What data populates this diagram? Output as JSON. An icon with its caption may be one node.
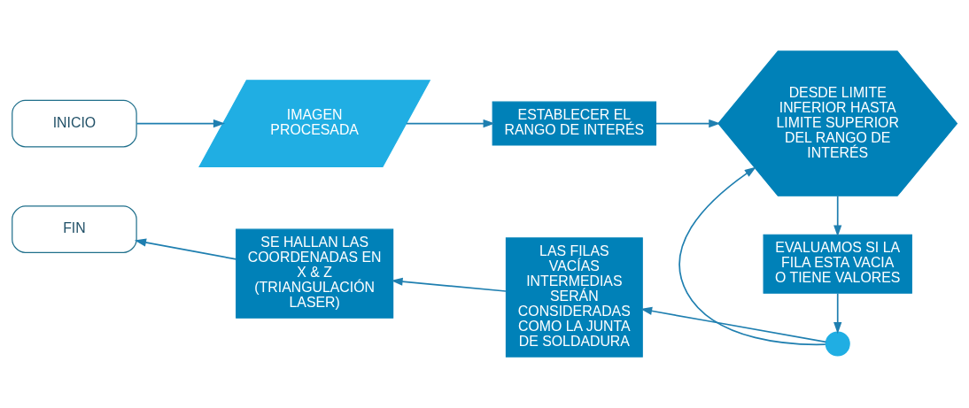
{
  "diagram": {
    "nodes": [
      {
        "text": [
          "INICIO"
        ]
      },
      {
        "text": [
          "IMAGEN PROCESADA"
        ]
      },
      {
        "text": [
          "ESTABLECER EL RANGO DE INTERÉS"
        ]
      },
      {
        "text": [
          "DESDE LIMITE INFERIOR HASTA LIMITE SUPERIOR DEL RANGO DE INTERÉS"
        ]
      },
      {
        "text": [
          "EVALUAMOS SI LA FILA ESTA VACIA O TIENE VALORES"
        ]
      },
      {
        "text": [],
        "shape": "circle"
      },
      {
        "text": [
          "LAS FILAS VACÍAS INTERMEDIAS SERÁN CONSIDERADAS COMO LA JUNTA DE SOLDADURA"
        ]
      },
      {
        "text": [
          "SE HALLAN LAS COORDENADAS EN X & Z (TRIANGULACIÓN LASER)"
        ]
      },
      {
        "text": [
          "FIN"
        ]
      }
    ],
    "edges": [
      {
        "from": 0,
        "to": 1,
        "arrow": "to"
      },
      {
        "from": 1,
        "to": 2,
        "arrow": "to"
      },
      {
        "from": 2,
        "to": 3,
        "arrow": "to"
      },
      {
        "from": 3,
        "to": 4,
        "arrow": "to"
      },
      {
        "from": 4,
        "to": 5,
        "arrow": "to"
      },
      {
        "from": 5,
        "to": 3,
        "arrow": "to"
      },
      {
        "from": 5,
        "to": 6,
        "arrow": "to"
      },
      {
        "from": 6,
        "to": 7,
        "arrow": "to"
      },
      {
        "from": 7,
        "to": 8,
        "arrow": "to"
      }
    ]
  }
}
